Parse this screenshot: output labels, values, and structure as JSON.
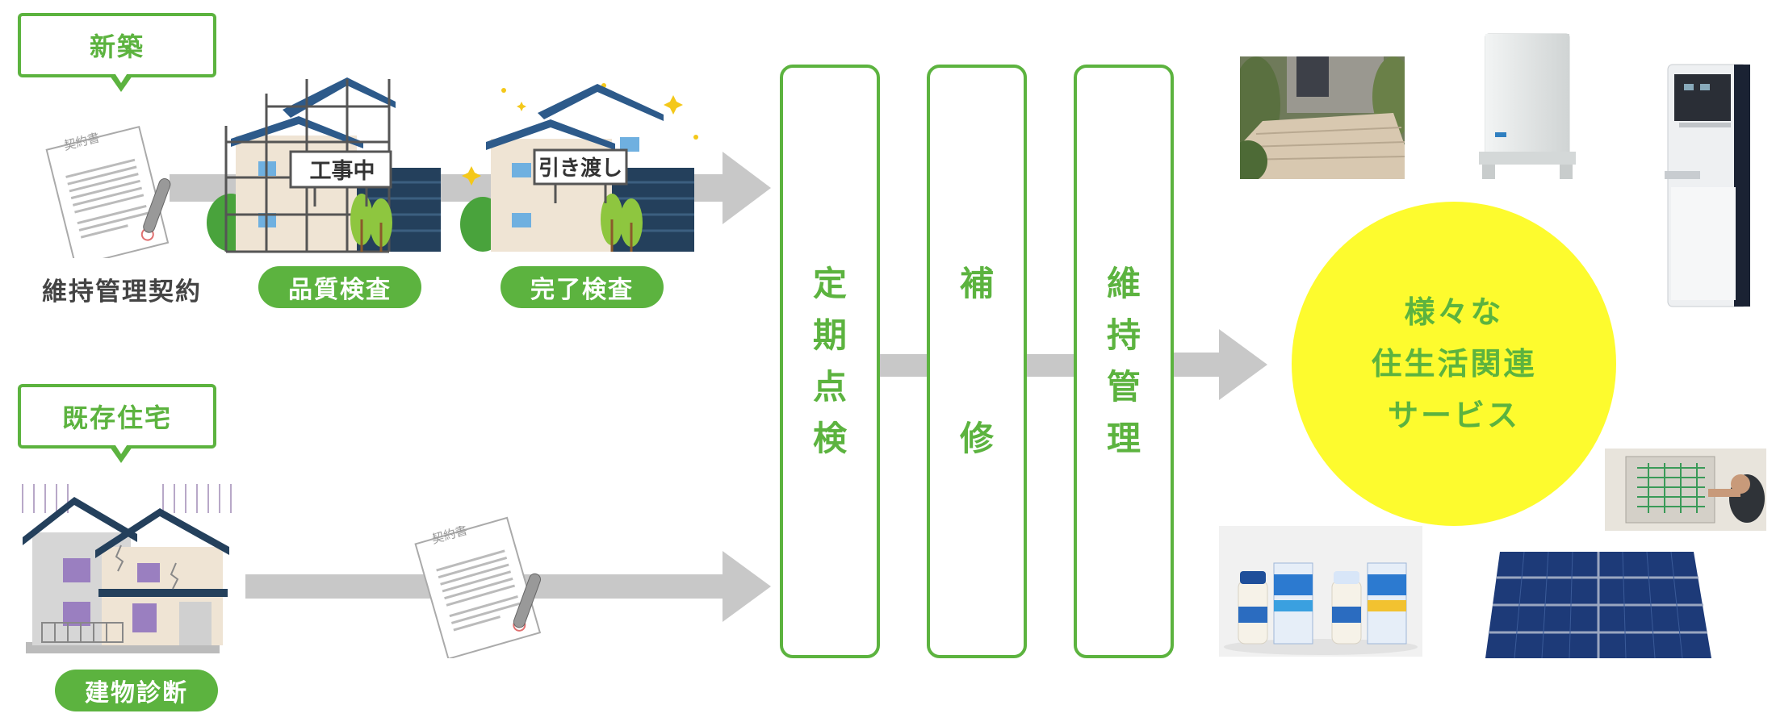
{
  "new_build": {
    "bubble": "新築",
    "contract_label": "維持管理契約",
    "construction_sign": "工事中",
    "handover_sign": "引き渡し",
    "quality_check": "品質検査",
    "completion_check": "完了検査"
  },
  "existing": {
    "bubble": "既存住宅",
    "diagnosis": "建物診断"
  },
  "contract_doc_title": "契約書",
  "stages": [
    {
      "chars": [
        "定",
        "期",
        "点",
        "検"
      ]
    },
    {
      "chars": [
        "補",
        "修"
      ]
    },
    {
      "chars": [
        "維",
        "持",
        "管",
        "理"
      ]
    }
  ],
  "services": {
    "lines": [
      "様々な",
      "住生活関連",
      "サービス"
    ]
  },
  "colors": {
    "green": "#5cb33f",
    "arrow_gray": "#c8c8c8",
    "circle_yellow": "#fdfb2e"
  }
}
